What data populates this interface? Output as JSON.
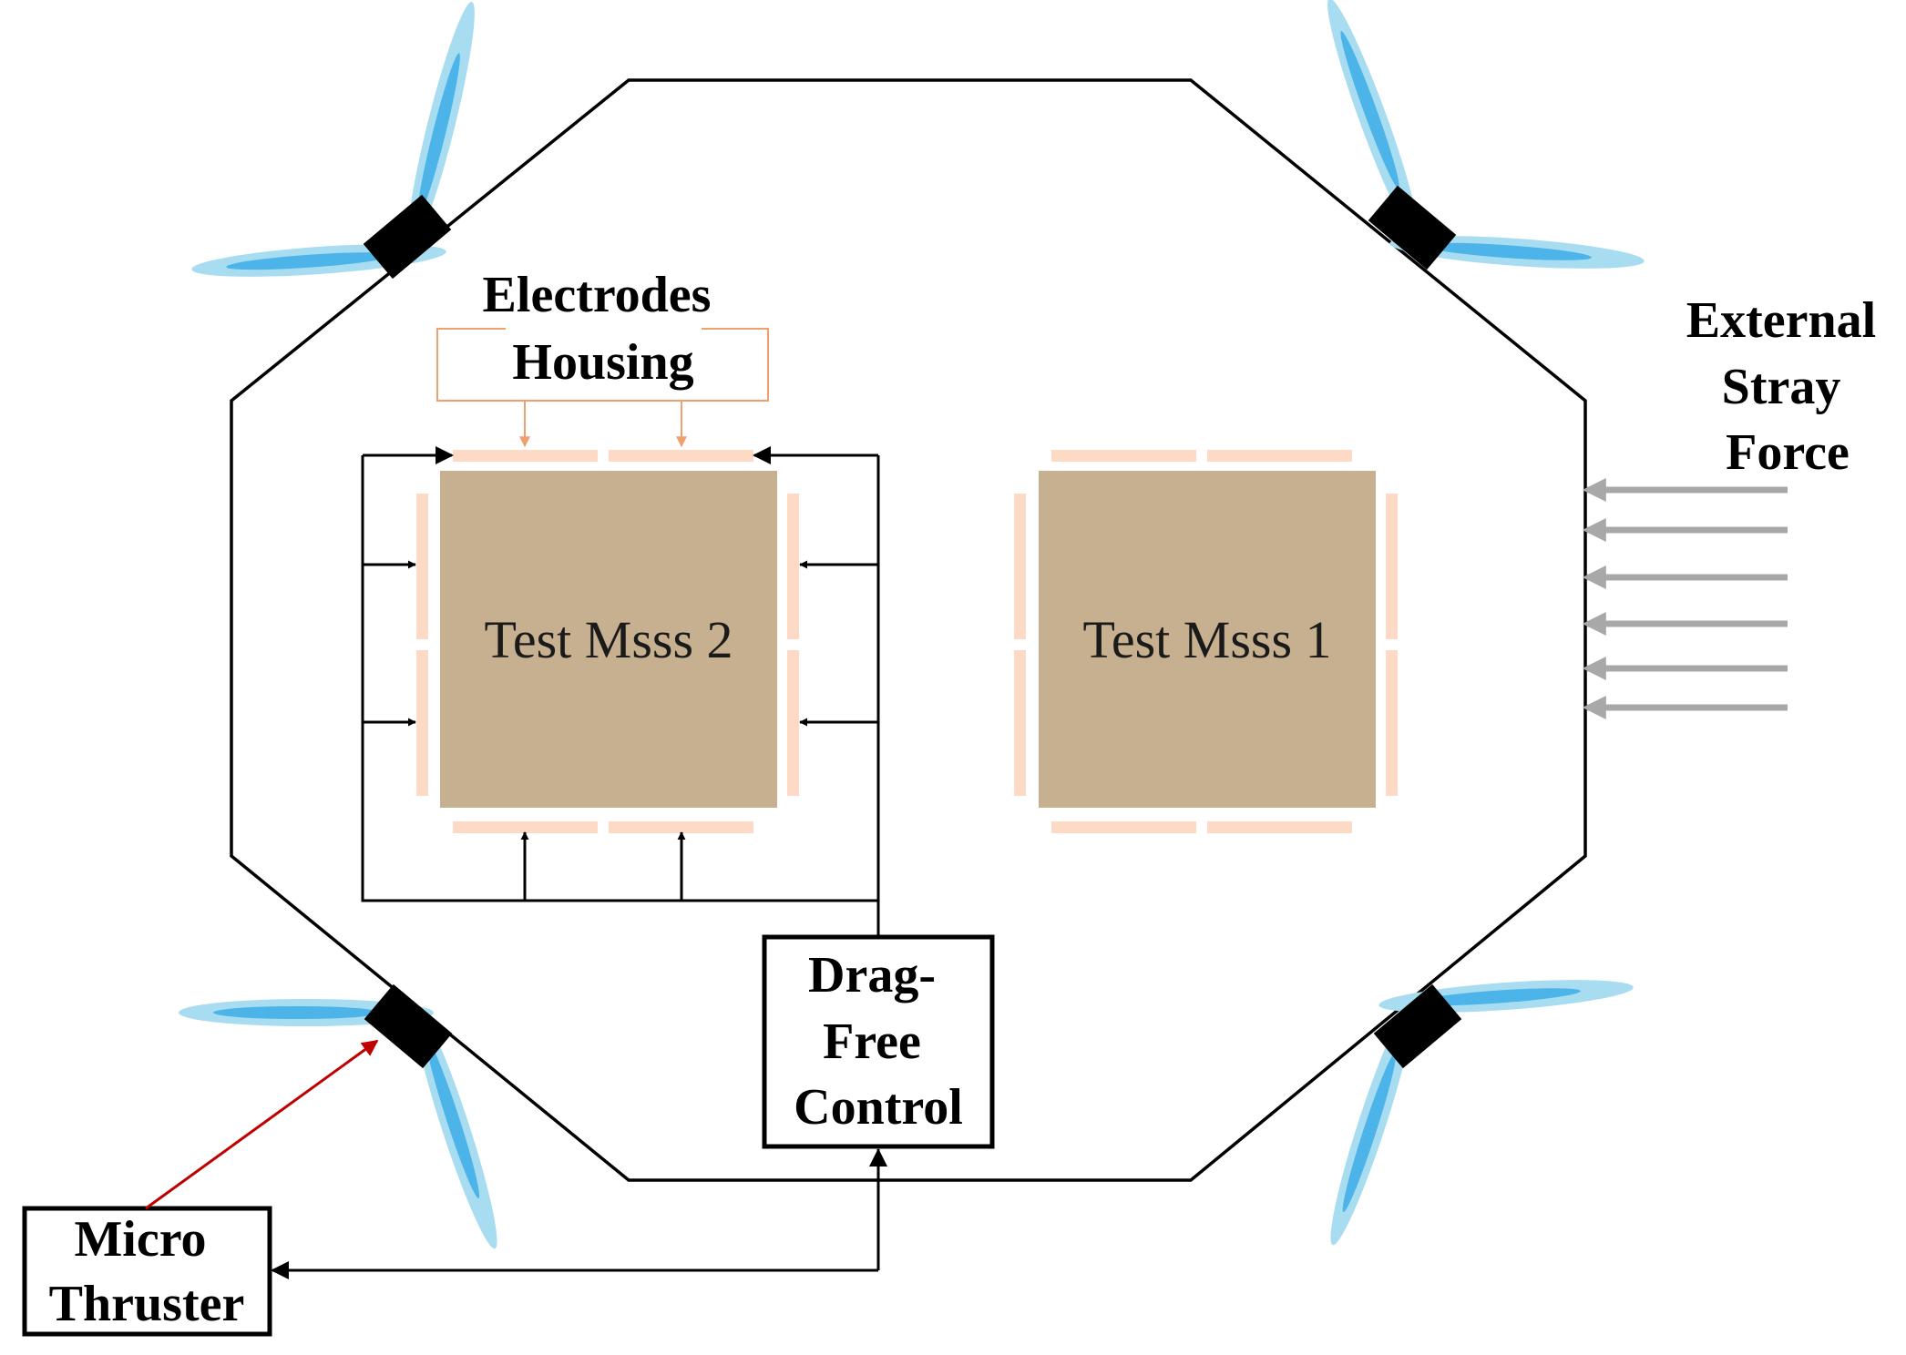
{
  "labels": {
    "electrodes_housing": [
      "Electrodes",
      "Housing"
    ],
    "test_mass_2": "Test Msss 2",
    "test_mass_1": "Test Msss 1",
    "external_stray_force": [
      "External",
      "Stray",
      "Force"
    ],
    "drag_free_control": [
      "Drag-",
      "Free",
      "Control"
    ],
    "micro_thruster": [
      "Micro",
      "Thruster"
    ]
  },
  "colors": {
    "spacecraft_outline": "#000000",
    "test_mass": "#c6b08f",
    "electrode": "#fddac6",
    "electrode_callout": "#f0a070",
    "plume_outer": "#a8dcf0",
    "plume_inner": "#4cb4e8",
    "thruster_body": "#000000",
    "stray_force_arrow": "#a8a8a8",
    "thruster_command_arrow": "#c00000",
    "control_lines": "#000000"
  },
  "icons": {
    "thrusters": [
      "thruster-nozzle-icon",
      "plume-icon"
    ],
    "stray_force": "arrow-left-icon"
  }
}
